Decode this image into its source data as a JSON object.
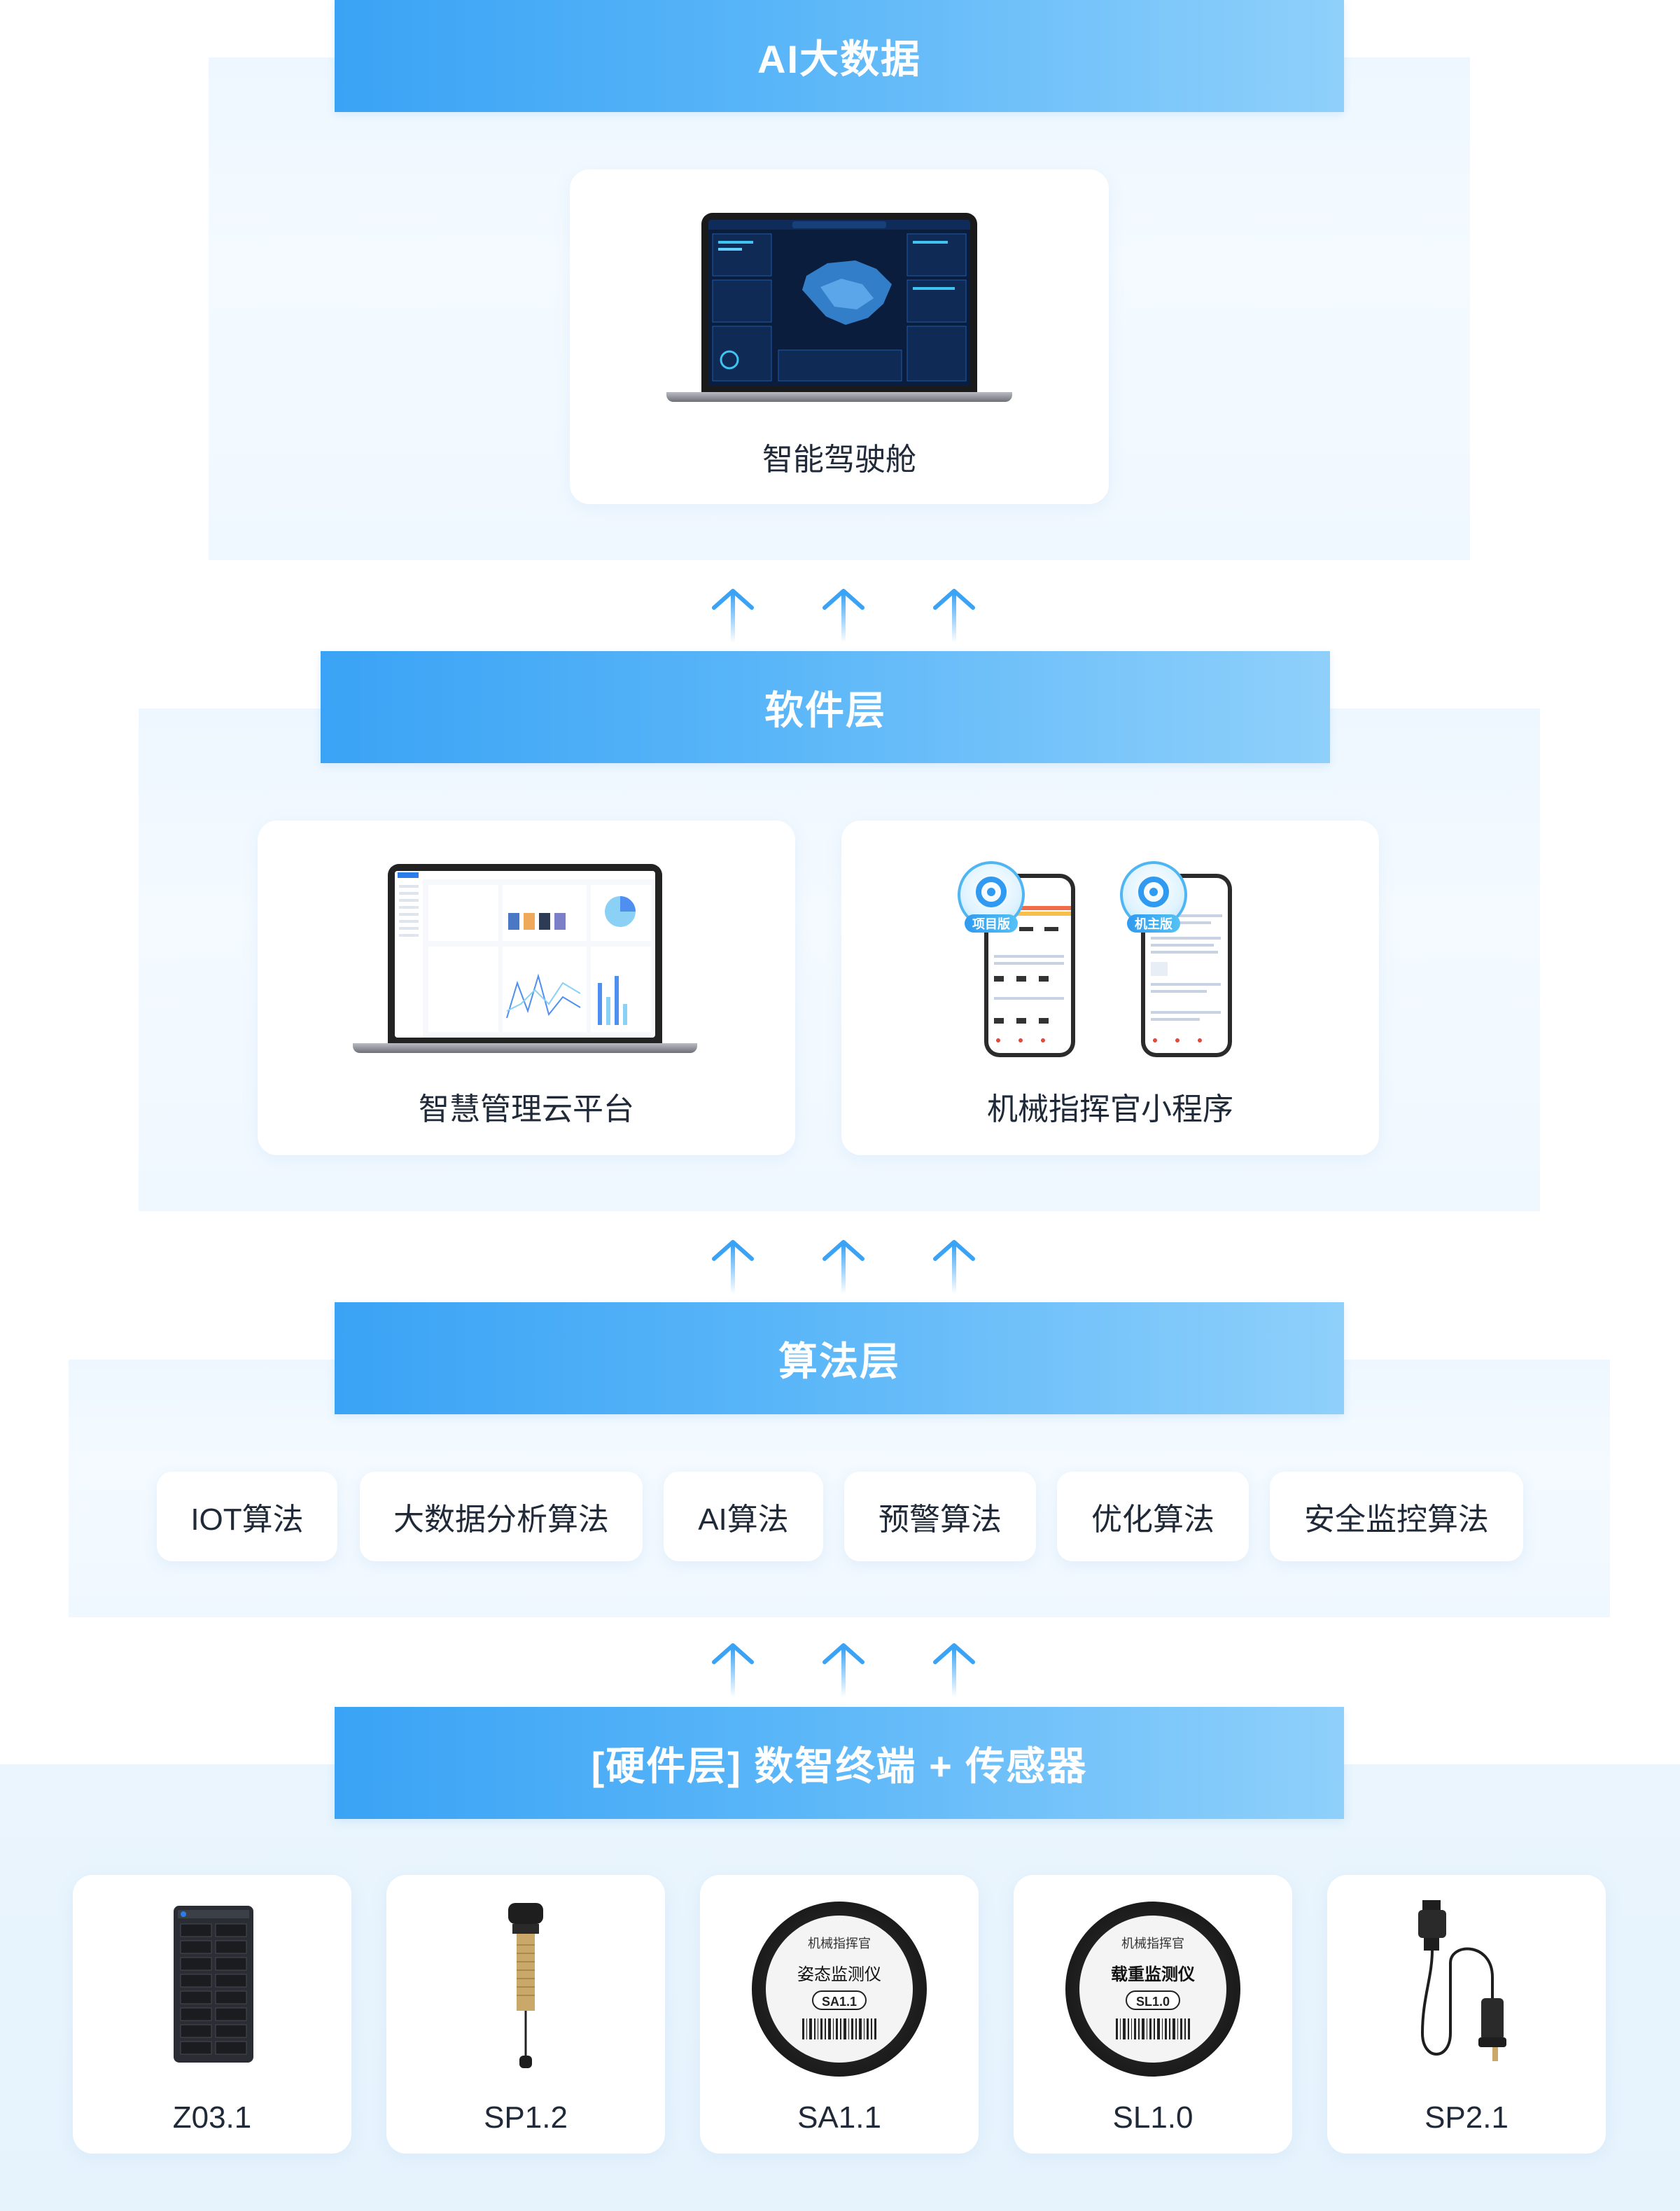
{
  "layers": {
    "ai": {
      "title": "AI大数据"
    },
    "software": {
      "title": "软件层"
    },
    "algorithm": {
      "title": "算法层"
    },
    "hardware": {
      "title": "[硬件层] 数智终端 + 传感器"
    }
  },
  "ai_cards": [
    {
      "label": "智能驾驶舱"
    }
  ],
  "software_cards": [
    {
      "label": "智慧管理云平台"
    },
    {
      "label": "机械指挥官小程序"
    }
  ],
  "mini_program_badges": [
    "项目版",
    "机主版"
  ],
  "algorithms": [
    "IOT算法",
    "大数据分析算法",
    "AI算法",
    "预警算法",
    "优化算法",
    "安全监控算法"
  ],
  "devices": [
    {
      "label": "Z03.1"
    },
    {
      "label": "SP1.2"
    },
    {
      "label": "SA1.1",
      "brand": "机械指挥官",
      "face_title": "姿态监测仪",
      "face_model": "SA1.1"
    },
    {
      "label": "SL1.0",
      "brand": "机械指挥官",
      "face_title": "载重监测仪",
      "face_model": "SL1.0"
    },
    {
      "label": "SP2.1"
    }
  ],
  "colors": {
    "banner_start": "#3aa3f5",
    "banner_end": "#8fd0fb",
    "arrow": "#3aa3f5",
    "layer_bg": "#eef7ff"
  }
}
